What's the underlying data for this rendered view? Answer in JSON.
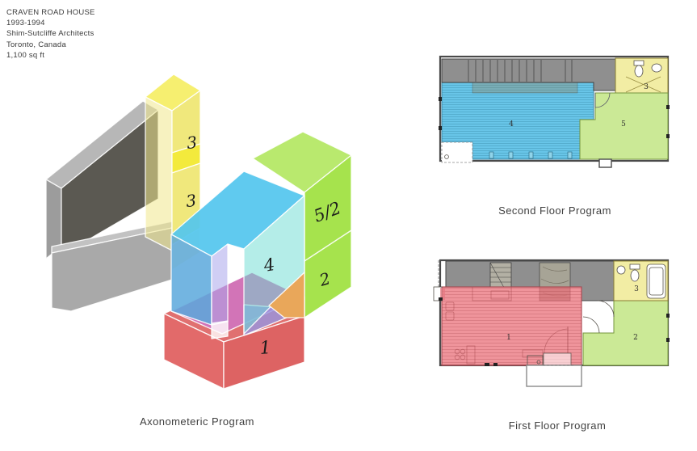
{
  "header": {
    "title": "CRAVEN ROAD HOUSE",
    "years": "1993-1994",
    "architect": "Shim-Sutcliffe Architects",
    "location": "Toronto, Canada",
    "area": "1,100 sq ft"
  },
  "axon": {
    "caption": "Axonometeric Program",
    "labels": {
      "three_upper": "3",
      "three_lower": "3",
      "five_two": "5/2",
      "four": "4",
      "two": "2",
      "one": "1"
    }
  },
  "second_floor": {
    "caption": "Second Floor Program",
    "labels": {
      "four": "4",
      "five": "5",
      "three": "3"
    }
  },
  "first_floor": {
    "caption": "First Floor Program",
    "labels": {
      "one": "1",
      "two": "2",
      "three": "3"
    }
  },
  "palette": {
    "program_red": "#DD6363",
    "program_blue": "#52C5EE",
    "program_green": "#A6E34D",
    "program_yellow": "#F0E23E",
    "program_orange": "#E9A75A",
    "program_magenta": "#CF74C0",
    "context_gray": "#9C9C9C",
    "plan_red": "#E8707A",
    "plan_blue": "#68C5E8",
    "plan_green": "#CBE996",
    "plan_yellow": "#F2EDA4"
  }
}
